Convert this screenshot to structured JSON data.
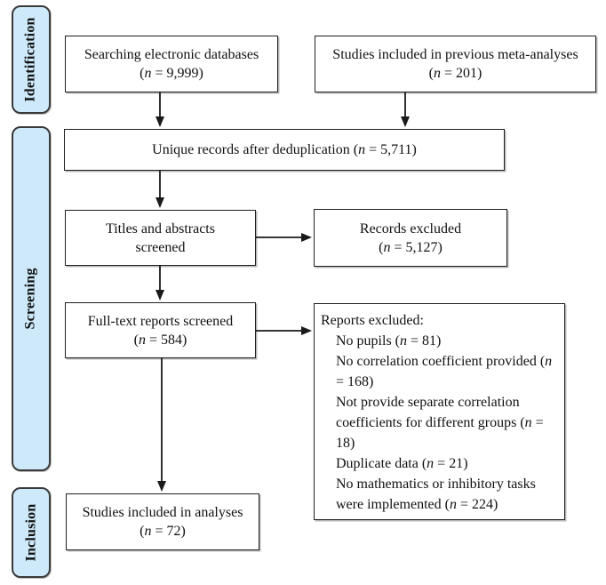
{
  "theme": {
    "sidebar_fill": "#cde9fa",
    "sidebar_border": "#3a3a3a",
    "box_border": "#1f1f1f",
    "arrow_color": "#1a1a1a",
    "text_color": "#111111",
    "background": "#ffffff"
  },
  "stages": [
    {
      "label": "Identification"
    },
    {
      "label": "Screening"
    },
    {
      "label": "Inclusion"
    }
  ],
  "boxes": {
    "searching": {
      "line1": "Searching electronic databases",
      "line2": "(n = 9,999)"
    },
    "previous": {
      "line1": "Studies included in previous meta-analyses",
      "line2": "(n = 201)"
    },
    "dedup": {
      "line1": "Unique records after deduplication (n = 5,711)"
    },
    "titles": {
      "line1": "Titles and abstracts",
      "line2": "screened"
    },
    "records_excluded": {
      "line1": "Records excluded",
      "line2": "(n = 5,127)"
    },
    "fulltext": {
      "line1": "Full-text reports screened",
      "line2": "(n = 584)"
    },
    "reports_excluded": {
      "title": "Reports excluded:",
      "items": [
        "No pupils (n = 81)",
        "No correlation coefficient provided (n = 168)",
        "Not provide separate correlation coefficients for different groups (n = 18)",
        "Duplicate data (n = 21)",
        "No mathematics or inhibitory tasks were implemented (n = 224)"
      ]
    },
    "included": {
      "line1": "Studies included in analyses",
      "line2": "(n = 72)"
    }
  }
}
